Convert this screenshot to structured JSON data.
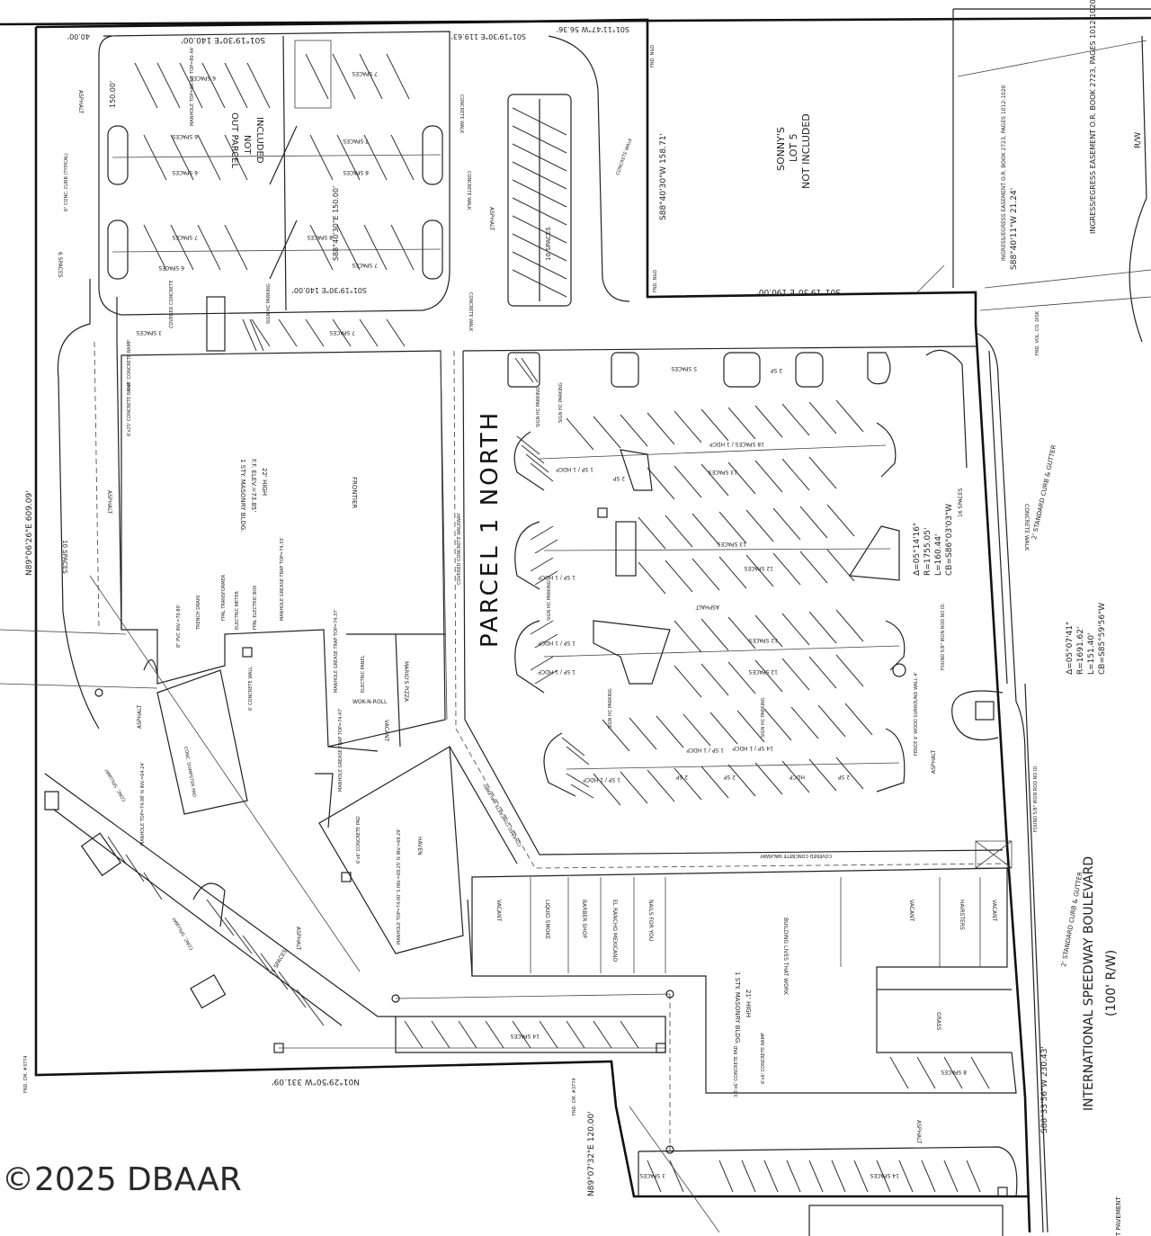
{
  "parcel_title": "PARCEL 1 NORTH",
  "road": {
    "name": "INTERNATIONAL SPEEDWAY BOULEVARD",
    "width": "(100' R/W)",
    "curb_top": "2' STANDARD CURB & GUTTER",
    "curb_bottom": "2' STANDARD CURB & GUTTER"
  },
  "watermark": "©2025 DBAAR",
  "sonnys": [
    "SONNY'S",
    "LOT 5",
    "NOT INCLUDED"
  ],
  "out_parcel": [
    "OUT PARCEL",
    "NOT",
    "INCLUDED"
  ],
  "easements": [
    "INGRESS/EGRESS EASEMENT O.R. BOOK 2723, PAGES 1012-1020",
    "INGRESS/EGRESS EASEMENT O.R. BOOK 2723, PAGES 1012-1020"
  ],
  "rw_label": "R/W",
  "bearings": {
    "west": "N89°06'26\"E 609.09'",
    "south_west": "N01°29'50\"W 331.09'",
    "south_step": "N89°07'32\"E 120.00'",
    "east_road": "S88°33'56\"W 230.43'",
    "top_left": "S01°19'30\"E 140.00'",
    "top_mid": "S01°19'30\"E 119.63'",
    "top_right": "S01°11'47\"W 56.36'",
    "top_short": "40.00'",
    "out_mid": "S01°19'30\"E 140.00'",
    "out_east": "S88°40'30\"E 150.00'",
    "out_west": "150.00'",
    "sonny_west": "S88°40'30\"W 158.71'",
    "sonny_south": "S01°19'30\"E 190.00'",
    "ease_dim": "S88°40'11\"W 21.24'"
  },
  "curves": {
    "c1": [
      "Δ=05°14'16\"",
      "R=1755.05'",
      "L=160.44'",
      "CB=S86°03'03\"W"
    ],
    "c2": [
      "Δ=05°07'41\"",
      "R=1691.62'",
      "L=151.40'",
      "CB=S85°59'56\"W"
    ]
  },
  "buildings": {
    "north": {
      "lines": [
        "1 STY. MASONRY BLDG.",
        "F.F. ELEV.=73.85'",
        "22' HIGH"
      ],
      "tenant": "FRONTIER"
    },
    "south": {
      "lines": [
        "1 STY. MASONRY BLDG.",
        "21' HIGH",
        "BUILDING LIVES THAT WORK"
      ]
    },
    "tenants": [
      "VACANT",
      "LIQUID SMOKE",
      "BARBER SHOP",
      "EL RANCHO MEXICANO",
      "NAILS FOR YOU",
      "VACANT",
      "HAIRSTERS",
      "VACANT"
    ],
    "pizza": "MARIO'S PIZZA",
    "vacant_mid": "VACANT",
    "haven": "HAVEN",
    "grass": "GRASS",
    "wok": "WOK-N-ROLL"
  },
  "utility": [
    "8\" PVC INV.=70.80'",
    "TRENCH DRAIN",
    "FPAL TRANSFORMER",
    "ELECTRIC METER",
    "FPAL ELECTRIC BOX",
    "MANHOLE GREASE TRAP TOP=74.33'",
    "MANHOLE GREASE TRAP TOP=74.37'",
    "ELECTRIC PANEL",
    "MANHOLE GREASE TRAP TOP=74.47'",
    "MANHOLE TOP=74.00' S INV.=69.25' N INV.=69.29'",
    "MANHOLE TOP=80.60' TOP=80.44'"
  ],
  "spaces": {
    "s6": "6 SPACES",
    "s7": "7 SPACES",
    "s8": "8 SPACES",
    "s3": "3 SPACES",
    "s5": "5 SPACES",
    "s10": "10 SPACES",
    "s12": "12 SPACES",
    "s13": "13 SPACES",
    "s14": "14 SPACES",
    "s16": "16 SPACES",
    "s18": "18 SPACES / 1 HDCP",
    "s15": "15 SPACES",
    "sp2": "2 SP",
    "hdcp": "HDCP",
    "sp1hdcp": "1 SP / 1 HDCP",
    "spaces_hdcp": "14 SP / 1 HDCP"
  },
  "misc": {
    "asphalt": "ASPHALT",
    "concrete_walk": "CONCRETE WALK",
    "covered_walk": "COVERED CONCRETE WALKWAY",
    "concrete_ramp": "6'x25' CONCRETE RAMP",
    "concrete_ramp2": "5'x5' CONCRETE RAMP",
    "covered_concrete": "COVERED CONCRETE",
    "sign_hc": "SIGN HC PARKING",
    "conc_curb": "6\" CONC. CURB (TYPICAL)",
    "conc_pad": "6'x6' CONCRETE PAD",
    "conc_pad2": "3.5'x6' CONCRETE PAD",
    "conc_ramp3": "6'x6' CONCRETE RAMP",
    "fence": "FENCE 6' WOOD SURROUND WALL 4'",
    "found_iron": "FOUND 5/8\" IRON ROD NO ID.",
    "fnd_cm": "FND. CM. #3774",
    "fnd_nd": "FND. N&D",
    "dumpster": "CONC. DUMPSTER PAD",
    "conc_spillway": "CONC. SPILLWAY",
    "conc_wall": "6' CONCRETE WALL",
    "manhole_top": "MANHOLE TOP=74.08' N INV.=64.24'",
    "fnd_vol": "FND. VOL. CO. DISK",
    "conc_walk_road": "CONCRETE WALK",
    "pavement": "T PAVEMENT"
  }
}
